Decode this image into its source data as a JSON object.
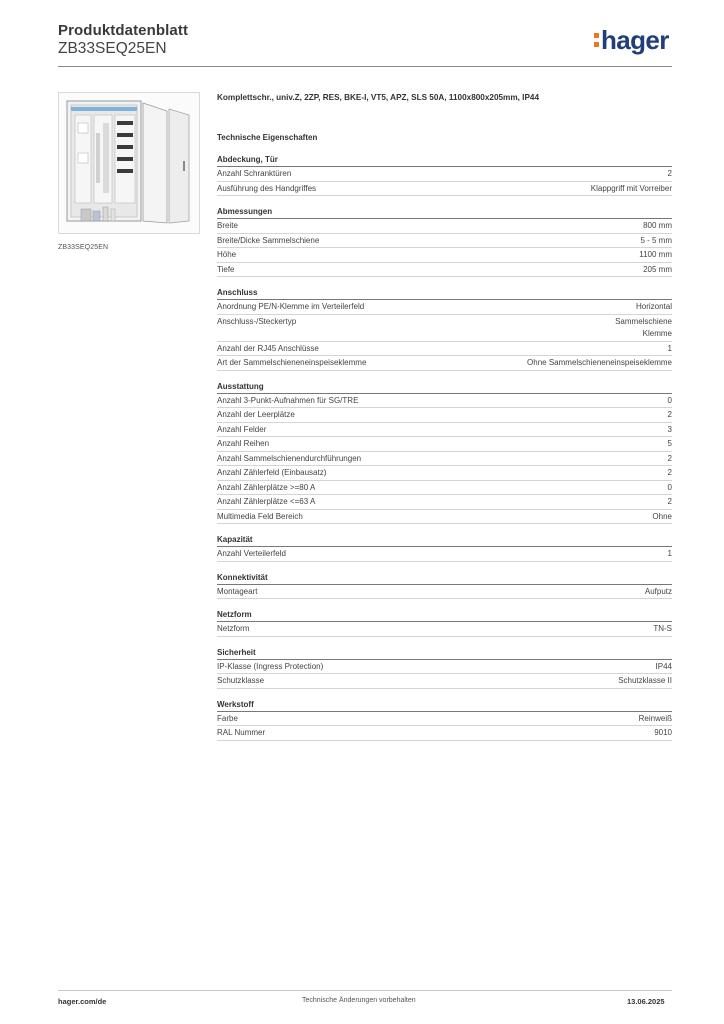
{
  "header": {
    "title": "Produktdatenblatt",
    "article_number": "ZB33SEQ25EN",
    "logo_text": "hager",
    "brand_color": "#1f3e7a",
    "accent_color": "#e9781e"
  },
  "product": {
    "image_icon": "distribution-cabinet-image",
    "caption": "ZB33SEQ25EN",
    "description": "Komplettschr., univ.Z, 2ZP, RES, BKE-I, VT5, APZ, SLS 50A, 1100x800x205mm, IP44"
  },
  "tech_heading": "Technische Eigenschaften",
  "sections": [
    {
      "title": "Abdeckung, Tür",
      "rows": [
        {
          "label": "Anzahl Schranktüren",
          "value": "2"
        },
        {
          "label": "Ausführung des Handgriffes",
          "value": "Klappgriff mit Vorreiber"
        }
      ]
    },
    {
      "title": "Abmessungen",
      "rows": [
        {
          "label": "Breite",
          "value": "800 mm"
        },
        {
          "label": "Breite/Dicke Sammelschiene",
          "value": "5 - 5 mm"
        },
        {
          "label": "Höhe",
          "value": "1100 mm"
        },
        {
          "label": "Tiefe",
          "value": "205 mm"
        }
      ]
    },
    {
      "title": "Anschluss",
      "rows": [
        {
          "label": "Anordnung PE/N-Klemme im Verteilerfeld",
          "value": "Horizontal"
        },
        {
          "label": "Anschluss-/Steckertyp",
          "value": "Sammelschiene\nKlemme"
        },
        {
          "label": "Anzahl der RJ45 Anschlüsse",
          "value": "1"
        },
        {
          "label": "Art der Sammelschieneneinspeiseklemme",
          "value": "Ohne Sammelschieneneinspeiseklemme"
        }
      ]
    },
    {
      "title": "Ausstattung",
      "rows": [
        {
          "label": "Anzahl 3-Punkt-Aufnahmen für SG/TRE",
          "value": "0"
        },
        {
          "label": "Anzahl der Leerplätze",
          "value": "2"
        },
        {
          "label": "Anzahl Felder",
          "value": "3"
        },
        {
          "label": "Anzahl Reihen",
          "value": "5"
        },
        {
          "label": "Anzahl Sammelschienendurchführungen",
          "value": "2"
        },
        {
          "label": "Anzahl Zählerfeld (Einbausatz)",
          "value": "2"
        },
        {
          "label": "Anzahl Zählerplätze >=80 A",
          "value": "0"
        },
        {
          "label": "Anzahl Zählerplätze <=63 A",
          "value": "2"
        },
        {
          "label": "Multimedia Feld Bereich",
          "value": "Ohne"
        }
      ]
    },
    {
      "title": "Kapazität",
      "rows": [
        {
          "label": "Anzahl Verteilerfeld",
          "value": "1"
        }
      ]
    },
    {
      "title": "Konnektivität",
      "rows": [
        {
          "label": "Montageart",
          "value": "Aufputz"
        }
      ]
    },
    {
      "title": "Netzform",
      "rows": [
        {
          "label": "Netzform",
          "value": "TN-S"
        }
      ]
    },
    {
      "title": "Sicherheit",
      "rows": [
        {
          "label": "IP-Klasse (Ingress Protection)",
          "value": "IP44"
        },
        {
          "label": "Schutzklasse",
          "value": "Schutzklasse II"
        }
      ]
    },
    {
      "title": "Werkstoff",
      "rows": [
        {
          "label": "Farbe",
          "value": "Reinweiß"
        },
        {
          "label": "RAL Nummer",
          "value": "9010"
        }
      ]
    }
  ],
  "footer": {
    "website": "hager.com/de",
    "notice": "Technische Änderungen vorbehalten",
    "date": "13.06.2025"
  }
}
